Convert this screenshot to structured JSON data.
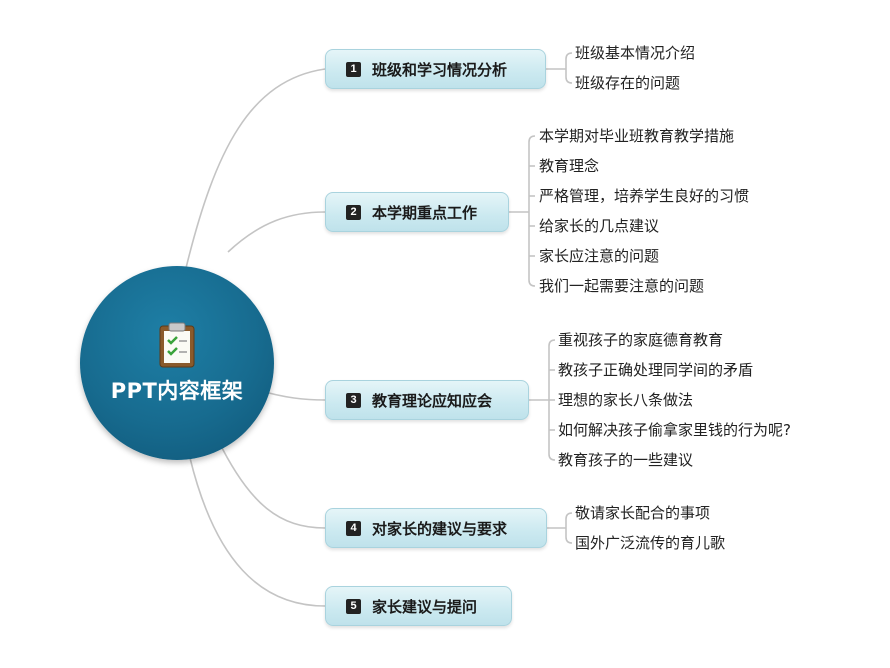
{
  "central": {
    "title": "PPT内容框架",
    "icon": "clipboard-check-icon"
  },
  "branches": [
    {
      "num": "1",
      "label": "班级和学习情况分析",
      "children": [
        "班级基本情况介绍",
        "班级存在的问题"
      ]
    },
    {
      "num": "2",
      "label": "本学期重点工作",
      "children": [
        "本学期对毕业班教育教学措施",
        "教育理念",
        "严格管理，培养学生良好的习惯",
        "给家长的几点建议",
        "家长应注意的问题",
        "我们一起需要注意的问题"
      ]
    },
    {
      "num": "3",
      "label": "教育理论应知应会",
      "children": [
        "重视孩子的家庭德育教育",
        "教孩子正确处理同学间的矛盾",
        "理想的家长八条做法",
        "如何解决孩子偷拿家里钱的行为呢?",
        "教育孩子的一些建议"
      ]
    },
    {
      "num": "4",
      "label": "对家长的建议与要求",
      "children": [
        "敬请家长配合的事项",
        "国外广泛流传的育儿歌"
      ]
    },
    {
      "num": "5",
      "label": "家长建议与提问",
      "children": []
    }
  ],
  "colors": {
    "central_fill": "#176b8f",
    "branch_fill": "#cbe9f0",
    "connector": "#c4c4c4"
  }
}
